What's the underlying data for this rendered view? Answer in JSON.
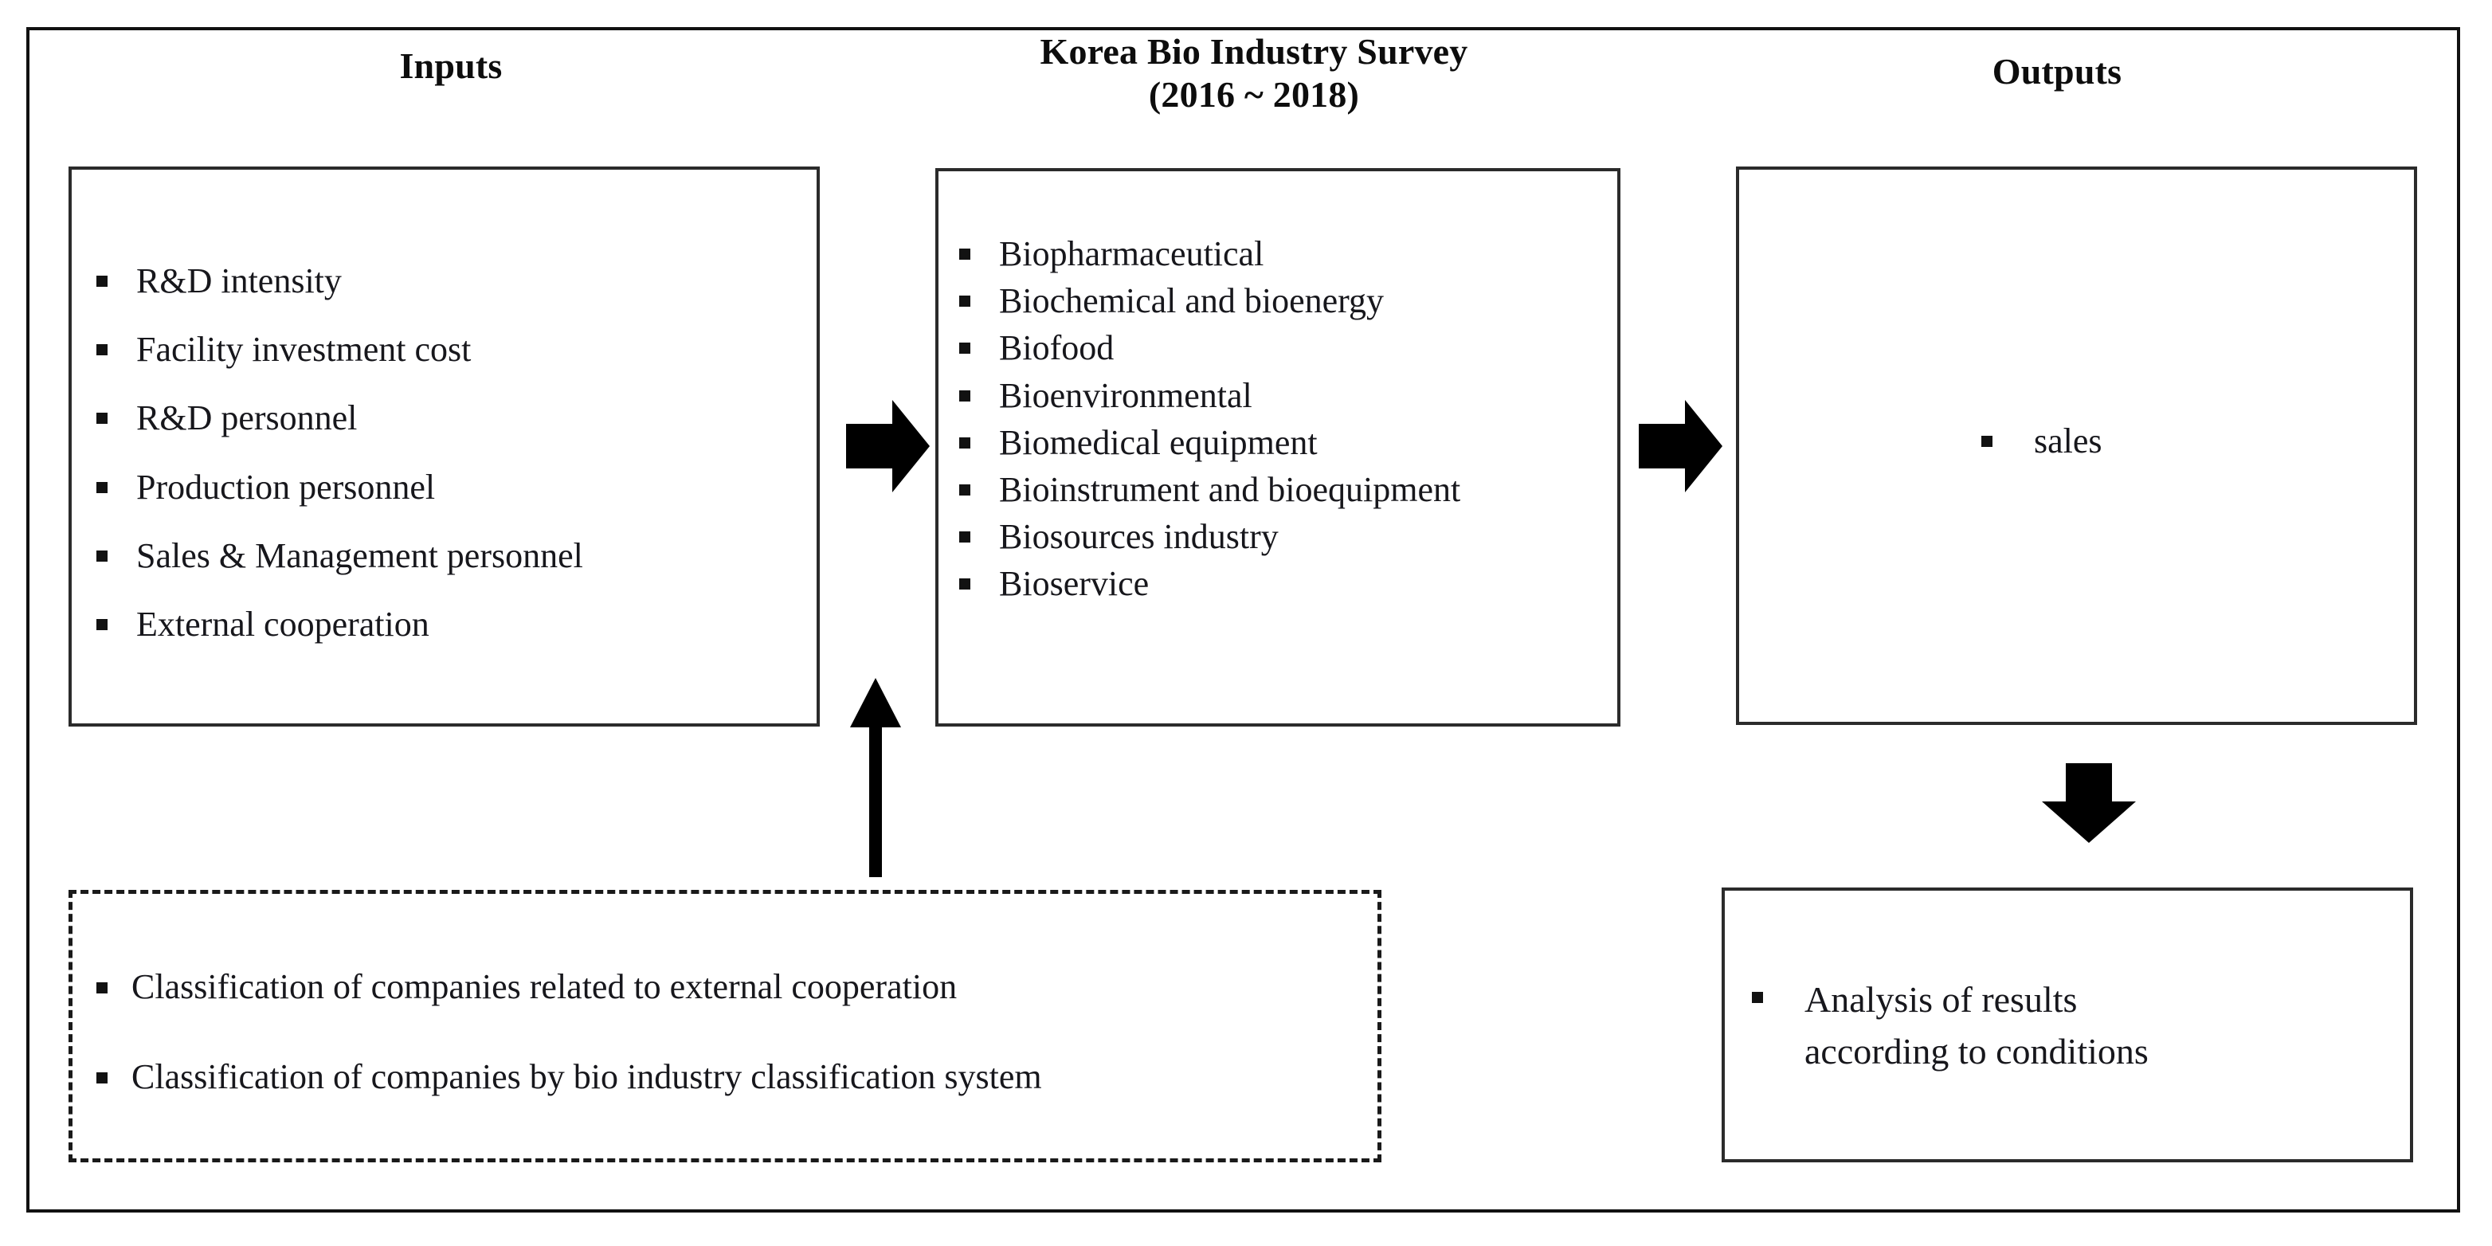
{
  "diagram": {
    "title_left": "Inputs",
    "title_center_line1": "Korea Bio Industry Survey",
    "title_center_line2": "(2016 ~ 2018)",
    "title_right": "Outputs",
    "inputs": [
      "R&D intensity",
      "Facility investment cost",
      "R&D personnel",
      "Production personnel",
      "Sales & Management personnel",
      "External cooperation"
    ],
    "survey_categories": [
      "Biopharmaceutical",
      "Biochemical and bioenergy",
      "Biofood",
      "Bioenvironmental",
      "Biomedical equipment",
      "Bioinstrument and bioequipment",
      "Biosources industry",
      "Bioservice"
    ],
    "outputs": [
      "sales"
    ],
    "conditions": [
      "Classification of companies related to external cooperation",
      "Classification of companies by bio industry classification system"
    ],
    "analysis": [
      "Analysis of results according to conditions"
    ],
    "arrows": {
      "inputs_to_survey": "right-block-arrow",
      "survey_to_outputs": "right-block-arrow",
      "conditions_to_inputs": "up-line-arrow",
      "outputs_to_analysis": "down-block-arrow"
    },
    "colors": {
      "border": "#2b2b2b",
      "frame": "#111111",
      "text": "#17171c",
      "arrow": "#000000",
      "background": "#ffffff"
    }
  }
}
